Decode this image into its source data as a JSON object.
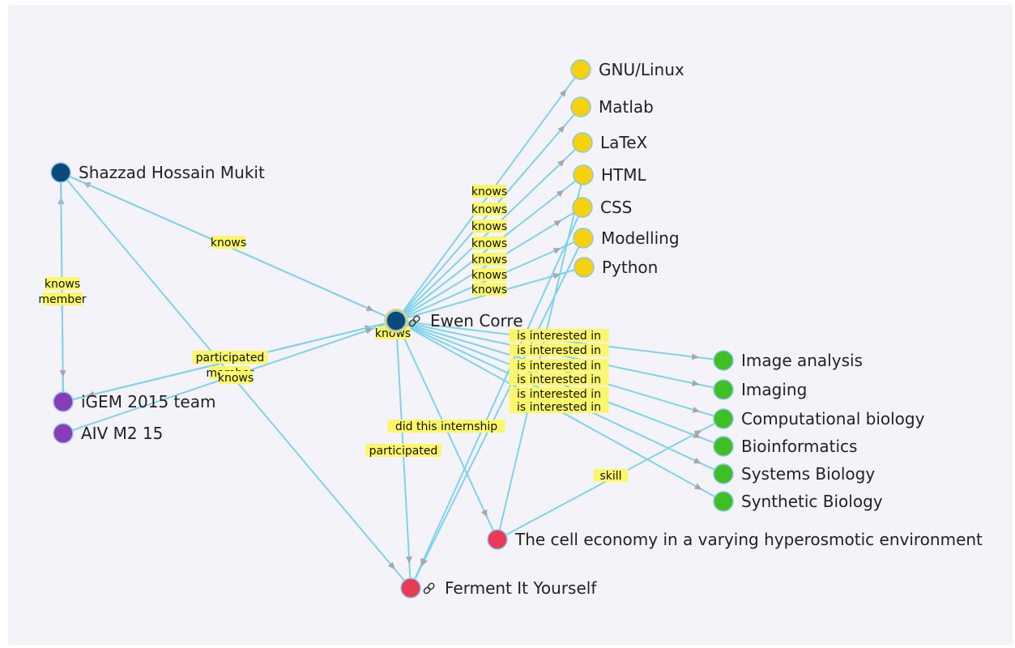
{
  "colors": {
    "person": "#0c4a7c",
    "skill": "#f5d20c",
    "interest": "#3ebf24",
    "team": "#8a3cb8",
    "project": "#ea3a56",
    "edge": "#7fd3ea",
    "label_bg": "#fbf76a"
  },
  "nodes": [
    {
      "id": "ewen",
      "label": "Ewen Corre",
      "type": "person",
      "link": true
    },
    {
      "id": "shazzad",
      "label": "Shazzad Hossain Mukit",
      "type": "person"
    },
    {
      "id": "gnu",
      "label": "GNU/Linux",
      "type": "skill"
    },
    {
      "id": "matlab",
      "label": "Matlab",
      "type": "skill"
    },
    {
      "id": "latex",
      "label": "LaTeX",
      "type": "skill"
    },
    {
      "id": "html",
      "label": "HTML",
      "type": "skill"
    },
    {
      "id": "css",
      "label": "CSS",
      "type": "skill"
    },
    {
      "id": "modelling",
      "label": "Modelling",
      "type": "skill"
    },
    {
      "id": "python",
      "label": "Python",
      "type": "skill"
    },
    {
      "id": "imgan",
      "label": "Image analysis",
      "type": "interest"
    },
    {
      "id": "imaging",
      "label": "Imaging",
      "type": "interest"
    },
    {
      "id": "compbio",
      "label": "Computational biology",
      "type": "interest"
    },
    {
      "id": "bioinf",
      "label": "Bioinformatics",
      "type": "interest"
    },
    {
      "id": "sysbio",
      "label": "Systems Biology",
      "type": "interest"
    },
    {
      "id": "synbio",
      "label": "Synthetic Biology",
      "type": "interest"
    },
    {
      "id": "igem",
      "label": "iGEM 2015 team",
      "type": "team"
    },
    {
      "id": "aiv",
      "label": "AIV M2 15",
      "type": "team"
    },
    {
      "id": "cell",
      "label": "The cell economy in a varying hyperosmotic environment",
      "type": "project"
    },
    {
      "id": "ferment",
      "label": "Ferment It Yourself",
      "type": "project",
      "link": true
    }
  ],
  "edges": [
    {
      "from": "ewen",
      "to": "gnu",
      "label": "knows"
    },
    {
      "from": "ewen",
      "to": "matlab",
      "label": "knows"
    },
    {
      "from": "ewen",
      "to": "latex",
      "label": "knows"
    },
    {
      "from": "ewen",
      "to": "html",
      "label": "knows"
    },
    {
      "from": "ewen",
      "to": "css",
      "label": "knows"
    },
    {
      "from": "ewen",
      "to": "modelling",
      "label": "knows"
    },
    {
      "from": "ewen",
      "to": "python",
      "label": "knows"
    },
    {
      "from": "ewen",
      "to": "imgan",
      "label": "is interested in"
    },
    {
      "from": "ewen",
      "to": "imaging",
      "label": "is interested in"
    },
    {
      "from": "ewen",
      "to": "compbio",
      "label": "is interested in"
    },
    {
      "from": "ewen",
      "to": "bioinf",
      "label": "is interested in"
    },
    {
      "from": "ewen",
      "to": "sysbio",
      "label": "is interested in"
    },
    {
      "from": "ewen",
      "to": "synbio",
      "label": "is interested in"
    },
    {
      "from": "ewen",
      "to": "shazzad",
      "label": "knows"
    },
    {
      "from": "shazzad",
      "to": "ewen",
      "label": "knows"
    },
    {
      "from": "igem",
      "to": "shazzad",
      "label": "knows"
    },
    {
      "from": "shazzad",
      "to": "igem",
      "label": "member"
    },
    {
      "from": "igem",
      "to": "ewen",
      "label": "participated"
    },
    {
      "from": "ewen",
      "to": "igem",
      "label": "member"
    },
    {
      "from": "aiv",
      "to": "ewen",
      "label": "knows"
    },
    {
      "from": "ewen",
      "to": "cell",
      "label": "did this internship"
    },
    {
      "from": "ewen",
      "to": "ferment",
      "label": "participated"
    },
    {
      "from": "shazzad",
      "to": "ferment",
      "label": ""
    },
    {
      "from": "cell",
      "to": "compbio",
      "label": "skill"
    },
    {
      "from": "cell",
      "to": "html",
      "label": ""
    },
    {
      "from": "css",
      "to": "ferment",
      "label": ""
    },
    {
      "from": "modelling",
      "to": "ferment",
      "label": ""
    }
  ]
}
